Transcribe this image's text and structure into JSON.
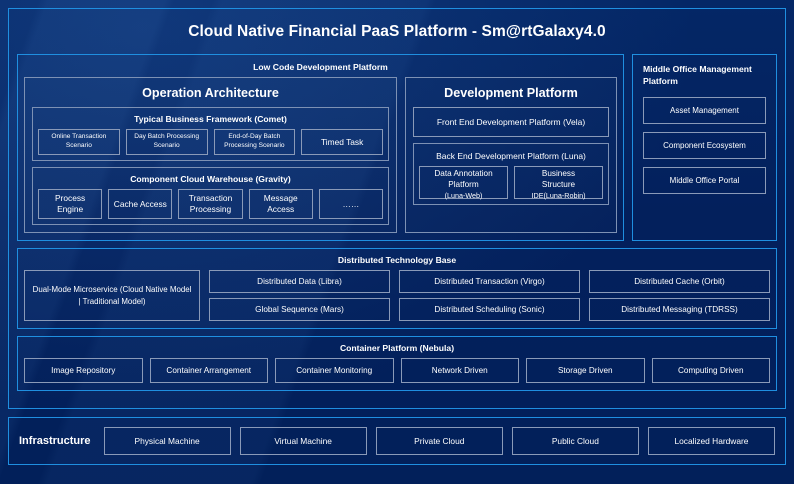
{
  "main": {
    "title": "Cloud Native Financial PaaS Platform - Sm@rtGalaxy4.0",
    "low_code": {
      "header": "Low Code Development Platform",
      "operation_architecture": {
        "title": "Operation Architecture",
        "groups": [
          {
            "title": "Typical Business Framework (Comet)",
            "items": [
              "Online Transaction Scenario",
              "Day Batch Processing Scenario",
              "End-of-Day Batch Processing Scenario",
              "Timed Task"
            ]
          },
          {
            "title": "Component Cloud Warehouse (Gravity)",
            "items": [
              "Process Engine",
              "Cache Access",
              "Transaction Processing",
              "Message Access",
              "……"
            ]
          }
        ]
      },
      "development_platform": {
        "title": "Development Platform",
        "front_end": "Front End Development Platform (Vela)",
        "back_end": {
          "title": "Back End Development Platform (Luna)",
          "items": [
            {
              "line1": "Data Annotation",
              "line2": "Platform",
              "line3": "(Luna-Web)"
            },
            {
              "line1": "Business",
              "line2": "Structure",
              "line3": "IDE(Luna-Robin)"
            }
          ]
        }
      }
    },
    "middle_office": {
      "title": "Middle Office Management Platform",
      "items": [
        "Asset Management",
        "Component Ecosystem",
        "Middle Office Portal"
      ]
    },
    "distributed_technology_base": {
      "header": "Distributed Technology Base",
      "wide": "Dual-Mode Microservice (Cloud Native Model | Traditional Model)",
      "columns": [
        {
          "top": "Distributed Data (Libra)",
          "bottom": "Global Sequence (Mars)"
        },
        {
          "top": "Distributed Transaction (Virgo)",
          "bottom": "Distributed Scheduling (Sonic)"
        },
        {
          "top": "Distributed Cache (Orbit)",
          "bottom": "Distributed Messaging (TDRSS)"
        }
      ]
    },
    "container_platform": {
      "header": "Container Platform (Nebula)",
      "items": [
        "Image Repository",
        "Container Arrangement",
        "Container Monitoring",
        "Network Driven",
        "Storage Driven",
        "Computing Driven"
      ]
    }
  },
  "infrastructure": {
    "label": "Infrastructure",
    "items": [
      "Physical Machine",
      "Virtual Machine",
      "Private Cloud",
      "Public Cloud",
      "Localized Hardware"
    ]
  },
  "colors": {
    "background": "#03205c",
    "frame_accent": "#1f8fe0",
    "chip_border": "#8a9ab8",
    "text": "#ffffff"
  }
}
